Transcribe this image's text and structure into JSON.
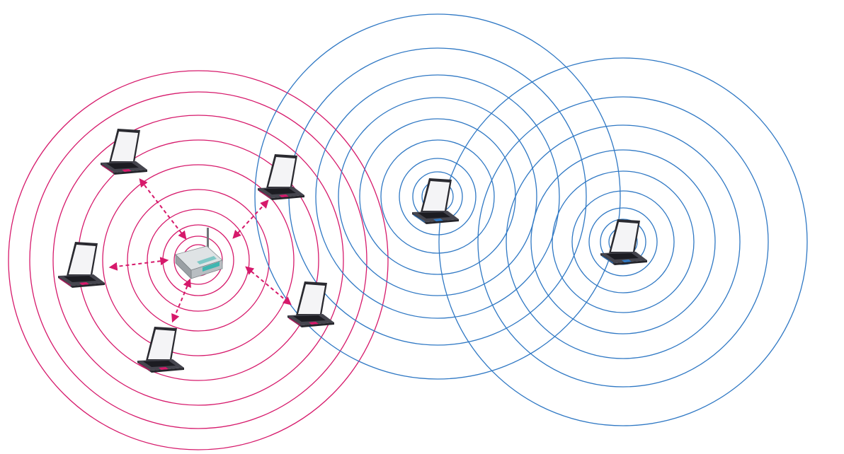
{
  "diagram": {
    "kind": "wireless-network-illustration",
    "colors": {
      "router_network": "#d6196b",
      "adhoc_network": "#2f78c4",
      "laptop_body": "#3c3c44",
      "laptop_screen": "#f4f4f6",
      "router_body": "#c8cdd0",
      "router_accent": "#3fb6b0"
    },
    "networks": [
      {
        "id": "infrastructure-network",
        "center_device": "router",
        "ring_color_key": "router_network"
      },
      {
        "id": "adhoc-network-a",
        "center_device": "laptop-adhoc-1",
        "ring_color_key": "adhoc_network"
      },
      {
        "id": "adhoc-network-b",
        "center_device": "laptop-adhoc-2",
        "ring_color_key": "adhoc_network"
      }
    ],
    "devices": [
      {
        "id": "router",
        "type": "wireless-router",
        "icon": "router-icon"
      },
      {
        "id": "laptop-top-left",
        "type": "laptop",
        "icon": "laptop-icon",
        "accent": "router_network"
      },
      {
        "id": "laptop-left",
        "type": "laptop",
        "icon": "laptop-icon",
        "accent": "router_network"
      },
      {
        "id": "laptop-bottom",
        "type": "laptop",
        "icon": "laptop-icon",
        "accent": "router_network"
      },
      {
        "id": "laptop-top-right",
        "type": "laptop",
        "icon": "laptop-icon",
        "accent": "router_network"
      },
      {
        "id": "laptop-bottom-right",
        "type": "laptop",
        "icon": "laptop-icon",
        "accent": "router_network"
      },
      {
        "id": "laptop-adhoc-1",
        "type": "laptop",
        "icon": "laptop-icon",
        "accent": "adhoc_network"
      },
      {
        "id": "laptop-adhoc-2",
        "type": "laptop",
        "icon": "laptop-icon",
        "accent": "adhoc_network"
      }
    ],
    "links": [
      {
        "from": "router",
        "to": "laptop-top-left",
        "style": "dashed-bidirectional"
      },
      {
        "from": "router",
        "to": "laptop-left",
        "style": "dashed-bidirectional"
      },
      {
        "from": "router",
        "to": "laptop-bottom",
        "style": "dashed-bidirectional"
      },
      {
        "from": "router",
        "to": "laptop-top-right",
        "style": "dashed-bidirectional"
      },
      {
        "from": "router",
        "to": "laptop-bottom-right",
        "style": "dashed-bidirectional"
      }
    ]
  }
}
